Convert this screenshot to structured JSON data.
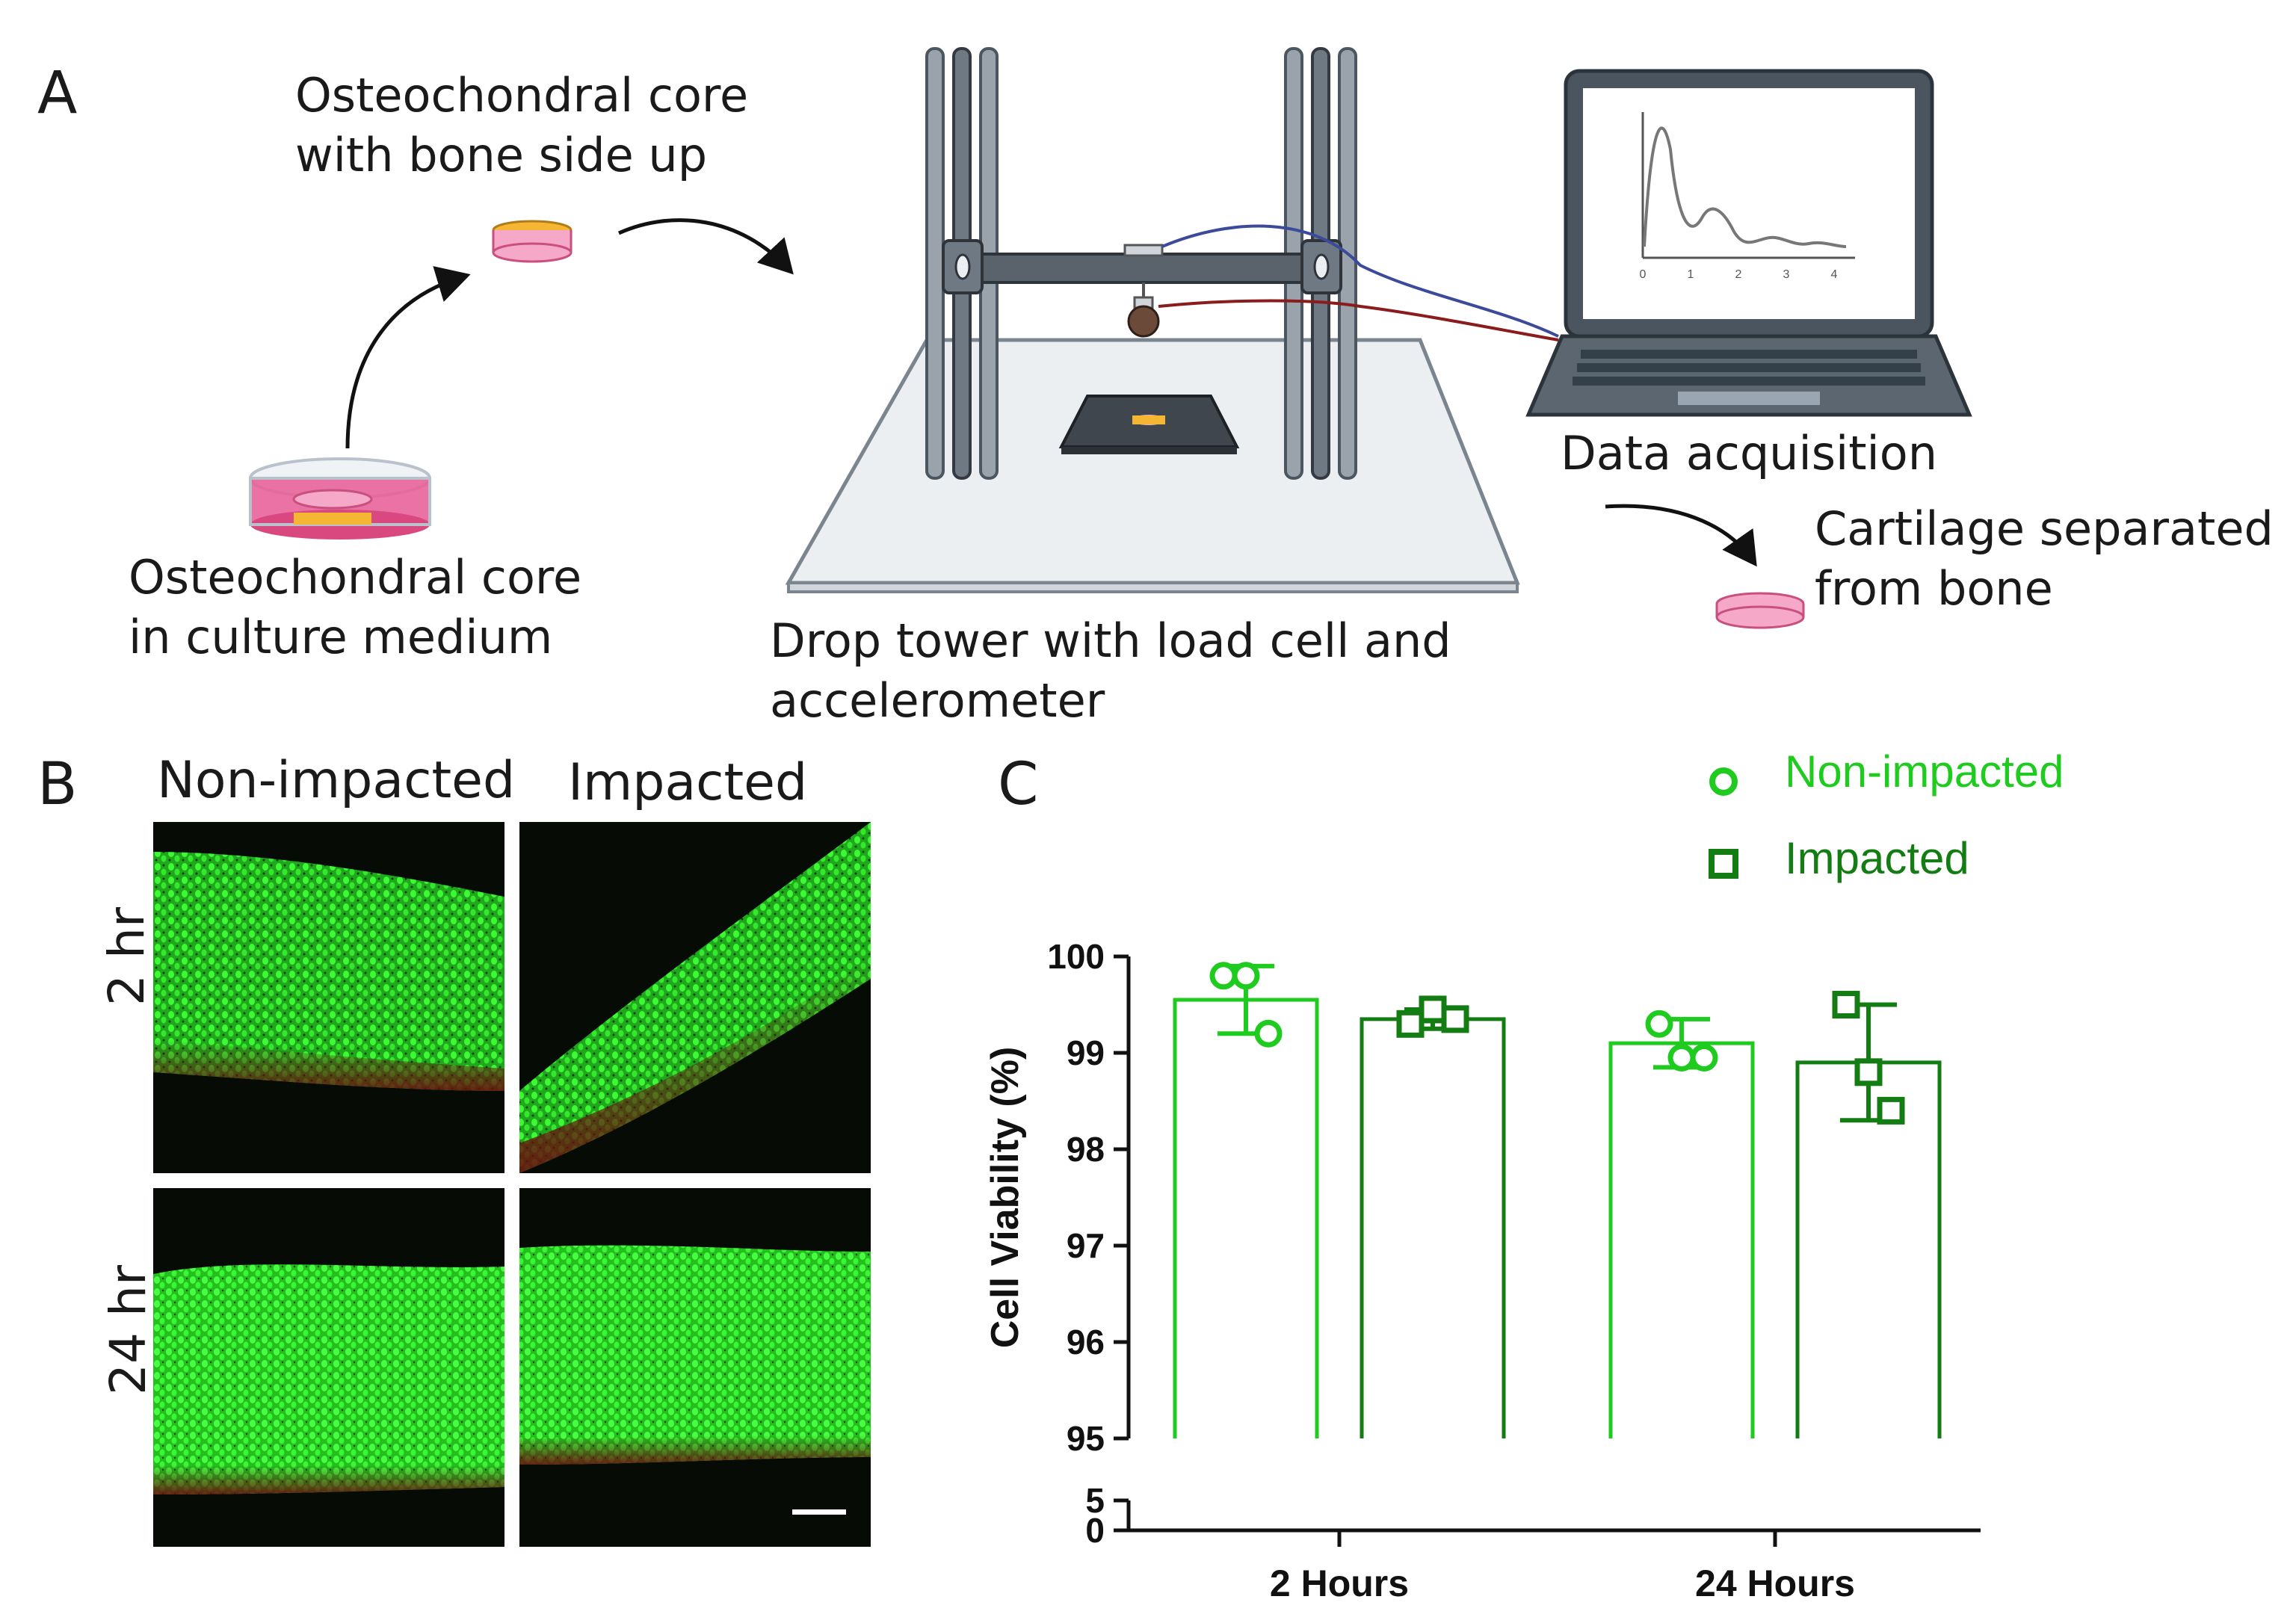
{
  "panel_a": {
    "label": "A",
    "core_bone_up_caption": [
      "Osteochondral core",
      "with bone side up"
    ],
    "culture_caption": [
      "Osteochondral core",
      "in culture medium"
    ],
    "drop_tower_caption": [
      "Drop tower with load cell and",
      "accelerometer"
    ],
    "data_acquisition_caption": "Data acquisition",
    "cartilage_caption": [
      "Cartilage separated",
      "from bone"
    ],
    "mini_plot_ticks": [
      "0",
      "1",
      "2",
      "3",
      "4"
    ],
    "colors": {
      "pink": "#e8639a",
      "yellow": "#f5b733",
      "cable_blue": "#3b4a9a",
      "cable_red": "#8a1c1c",
      "laptop": "#4a5560"
    }
  },
  "panel_b": {
    "label": "B",
    "col_headers": [
      "Non-impacted",
      "Impacted"
    ],
    "row_labels": [
      "2 hr",
      "24 hr"
    ],
    "colors": {
      "stain_green": "#2fd62a",
      "stain_red": "#7a1010",
      "background": "#070b06"
    }
  },
  "panel_c": {
    "label": "C",
    "legend": [
      {
        "name": "Non-impacted",
        "marker": "circle",
        "color": "#1ecb1e"
      },
      {
        "name": "Impacted",
        "marker": "square",
        "color": "#137d13"
      }
    ]
  },
  "chart_data": {
    "type": "bar",
    "ylabel": "Cell Viability (%)",
    "categories": [
      "2 Hours",
      "24 Hours"
    ],
    "yticks_upper": [
      "100",
      "99",
      "98",
      "97",
      "96",
      "95"
    ],
    "yticks_lower": [
      "5",
      "0"
    ],
    "ylim_upper": [
      95,
      100
    ],
    "ylim_lower": [
      0,
      5
    ],
    "axis_break": true,
    "series": [
      {
        "name": "Non-impacted",
        "color": "#1ecb1e",
        "marker": "circle",
        "means": [
          99.55,
          99.1
        ],
        "sd": [
          0.35,
          0.25
        ],
        "points": [
          [
            99.8,
            99.8,
            99.2
          ],
          [
            99.3,
            98.95,
            98.95
          ]
        ]
      },
      {
        "name": "Impacted",
        "color": "#137d13",
        "marker": "square",
        "means": [
          99.35,
          98.9
        ],
        "sd": [
          0.1,
          0.6
        ],
        "points": [
          [
            99.3,
            99.45,
            99.35
          ],
          [
            99.5,
            98.8,
            98.4
          ]
        ]
      }
    ]
  }
}
